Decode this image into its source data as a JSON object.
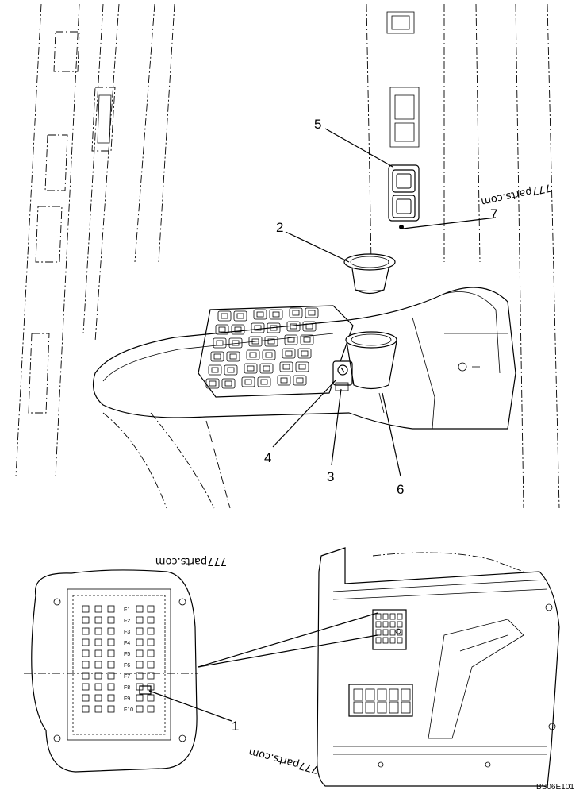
{
  "callouts": [
    {
      "id": "1",
      "label": "1"
    },
    {
      "id": "2",
      "label": "2"
    },
    {
      "id": "3",
      "label": "3"
    },
    {
      "id": "4",
      "label": "4"
    },
    {
      "id": "5",
      "label": "5"
    },
    {
      "id": "6",
      "label": "6"
    },
    {
      "id": "7",
      "label": "7"
    }
  ],
  "fuse_labels": [
    "F1",
    "F2",
    "F3",
    "F4",
    "F5",
    "F6",
    "F7",
    "F8",
    "F9",
    "F10"
  ],
  "watermarks": [
    "777parts.com",
    "777parts.com",
    "777parts.com"
  ],
  "drawing_code": "BS06E101"
}
